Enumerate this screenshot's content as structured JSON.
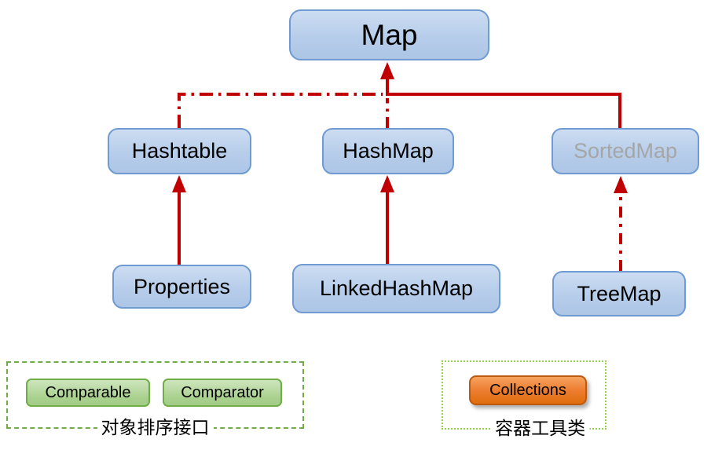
{
  "colors": {
    "connector": "#C00000",
    "node_fill": "#B6CDEA",
    "node_border": "#6F9BD2",
    "sortedmap_text": "#A6A6A6",
    "interface_fill": "#A9D18E",
    "interface_border": "#70AD47",
    "sorting_group_border": "#70AD47",
    "utility_group_border": "#92D050",
    "collections_fill": "#ED7D31",
    "collections_border": "#BC5A10"
  },
  "nodes": {
    "map": {
      "label": "Map"
    },
    "hashtable": {
      "label": "Hashtable"
    },
    "hashmap": {
      "label": "HashMap"
    },
    "sortedmap": {
      "label": "SortedMap"
    },
    "properties": {
      "label": "Properties"
    },
    "linkedhashmap": {
      "label": "LinkedHashMap"
    },
    "treemap": {
      "label": "TreeMap"
    }
  },
  "edges": [
    {
      "from": "Hashtable",
      "to": "Map",
      "style": "dash-dot"
    },
    {
      "from": "HashMap",
      "to": "Map",
      "style": "dash-dot"
    },
    {
      "from": "SortedMap",
      "to": "Map",
      "style": "solid"
    },
    {
      "from": "Properties",
      "to": "Hashtable",
      "style": "solid"
    },
    {
      "from": "LinkedHashMap",
      "to": "HashMap",
      "style": "solid"
    },
    {
      "from": "TreeMap",
      "to": "SortedMap",
      "style": "dash-dot"
    }
  ],
  "legend_groups": [
    {
      "caption": "对象排序接口",
      "items": [
        "Comparable",
        "Comparator"
      ]
    },
    {
      "caption": "容器工具类",
      "items": [
        "Collections"
      ]
    }
  ]
}
